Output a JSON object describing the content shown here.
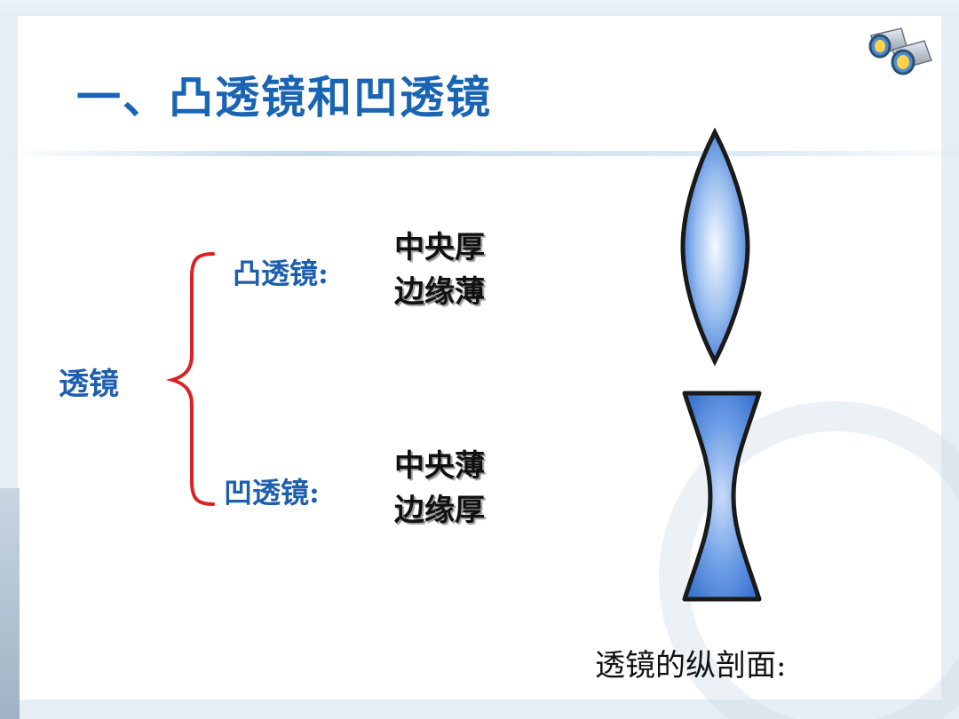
{
  "title": "一、凸透镜和凹透镜",
  "root_label": "透镜",
  "convex": {
    "label": "凸透镜:",
    "line1": "中央厚",
    "line2": "边缘薄"
  },
  "concave": {
    "label": "凹透镜:",
    "line1": "中央薄",
    "line2": "边缘厚"
  },
  "caption": "透镜的纵剖面:",
  "icons": {
    "corner": "binoculars-icon"
  },
  "colors": {
    "title": "#1a64b4",
    "label": "#1d5fae",
    "bracket": "#d92323",
    "lens_edge": "#1a1a1a",
    "lens_fill_light": "#f4f8ff",
    "lens_fill_dark": "#2f6cd0"
  }
}
